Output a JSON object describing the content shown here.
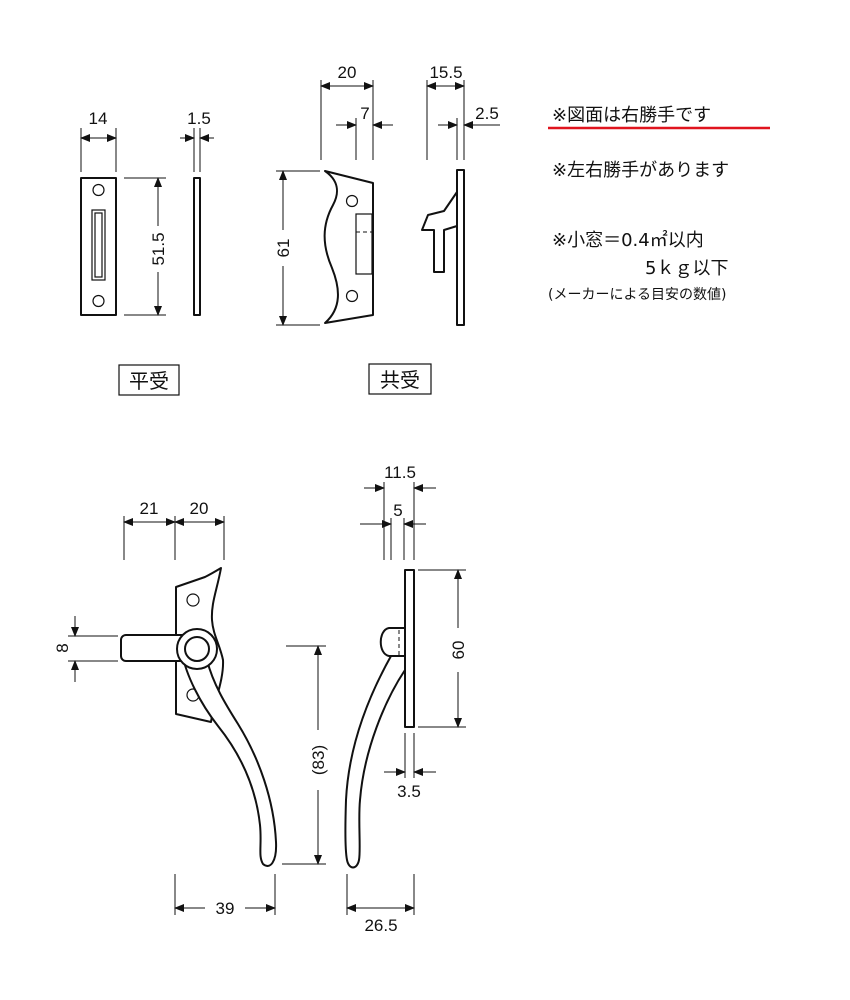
{
  "notes": {
    "right_hand": "※図面は右勝手です",
    "left_right": "※左右勝手があります",
    "window_size": "※小窓＝0.4㎡以内",
    "weight": "5ｋｇ以下",
    "maker_note": "(メーカーによる目安の数値)"
  },
  "labels": {
    "flat_receiver": "平受",
    "shared_receiver": "共受"
  },
  "dimensions": {
    "flat_width": "14",
    "flat_thickness": "1.5",
    "flat_height": "51.5",
    "shared_width": "20",
    "shared_slot": "7",
    "shared_height": "61",
    "shared_depth": "15.5",
    "shared_plate": "2.5",
    "handle_arm": "21",
    "handle_plate_width": "20",
    "handle_bar": "8",
    "handle_drop": "(83)",
    "handle_reach": "39",
    "side_depth": "11.5",
    "side_plate": "5",
    "side_height": "60",
    "side_bottom": "3.5",
    "side_reach": "26.5"
  },
  "colors": {
    "line": "#111111",
    "underline": "#e0141e"
  }
}
